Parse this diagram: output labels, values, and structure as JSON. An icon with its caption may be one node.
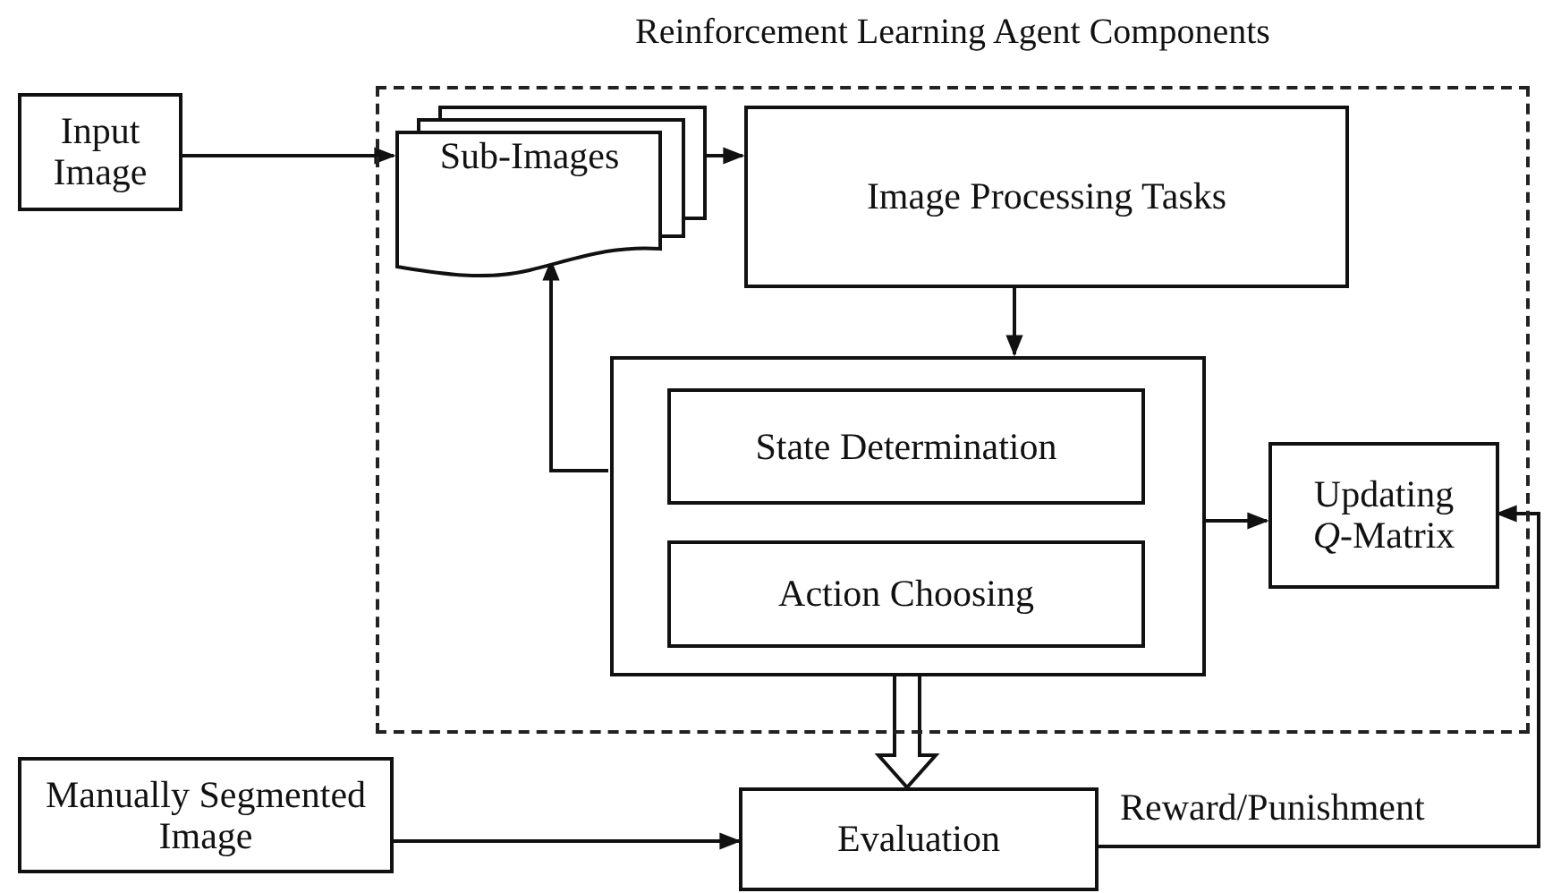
{
  "diagram": {
    "nodes": [
      {
        "text": [
          "Reinforcement Learning Agent Components"
        ]
      },
      {
        "text": [
          "Input Image"
        ]
      },
      {
        "text": [
          "Sub-Images"
        ],
        "in": 0
      },
      {
        "text": [
          "Image Processing Tasks"
        ],
        "in": 0
      },
      {
        "text": [],
        "shape": "box",
        "in": 0
      },
      {
        "text": [
          "State Determination"
        ],
        "in": 4
      },
      {
        "text": [
          "Action Choosing"
        ],
        "in": 4
      },
      {
        "text": [
          "Updating *Q*-Matrix"
        ],
        "in": 0
      },
      {
        "text": [
          "Manually Segmented Image"
        ]
      },
      {
        "text": [
          "Evaluation"
        ]
      }
    ],
    "edges": [
      {
        "from": 1,
        "to": 2,
        "arrow": "to"
      },
      {
        "from": 2,
        "to": 3,
        "arrow": "to"
      },
      {
        "from": 3,
        "to": 4,
        "arrow": "to"
      },
      {
        "from": 4,
        "to": 2,
        "arrow": "to"
      },
      {
        "from": 4,
        "to": 7,
        "arrow": "to"
      },
      {
        "from": 4,
        "to": 9,
        "arrow": "to",
        "style": "thick"
      },
      {
        "from": 8,
        "to": 9,
        "arrow": "to"
      },
      {
        "from": 9,
        "to": 7,
        "arrow": "to",
        "label": "Reward/Punishment"
      }
    ]
  }
}
